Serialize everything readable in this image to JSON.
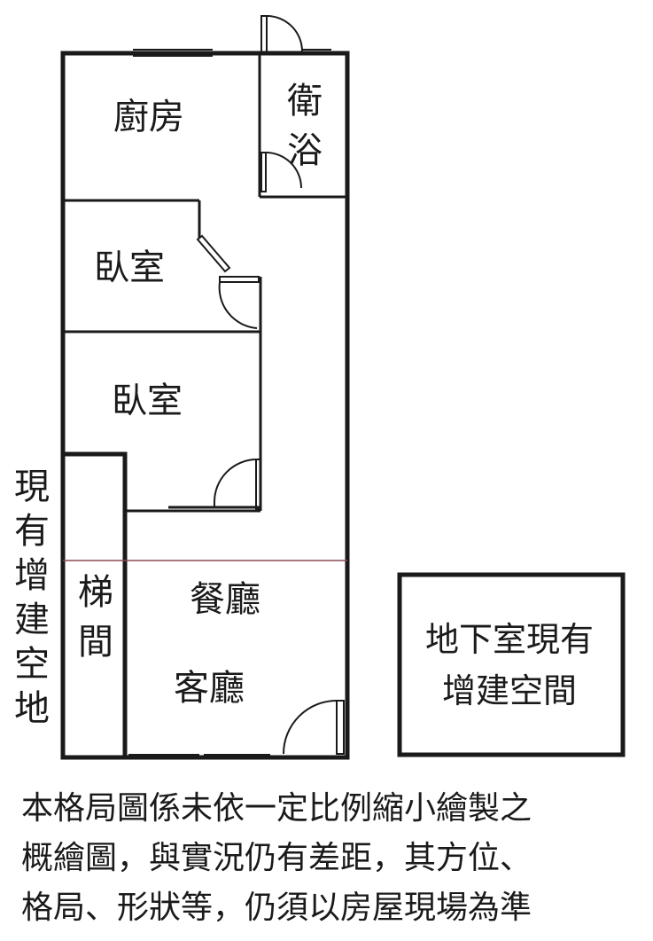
{
  "rooms": {
    "kitchen": "廚房",
    "bathroom": [
      "衛",
      "浴"
    ],
    "bedroom_1": "臥室",
    "bedroom_2": "臥室",
    "stairwell": [
      "梯",
      "間"
    ],
    "dining": "餐廳",
    "living": "客廳"
  },
  "side_note": [
    "現",
    "有",
    "增",
    "建",
    "空",
    "地"
  ],
  "basement_box": [
    "地下室現有",
    "增建空間"
  ],
  "disclaimer": [
    "本格局圖係未依一定比例縮小繪製之",
    "概繪圖，與實況仍有差距，其方位、",
    "格局、形狀等，仍須以房屋現場為準"
  ],
  "colors": {
    "wall": "#1a1a1a",
    "divider": "#8a4a55",
    "door": "#1a1a1a"
  }
}
